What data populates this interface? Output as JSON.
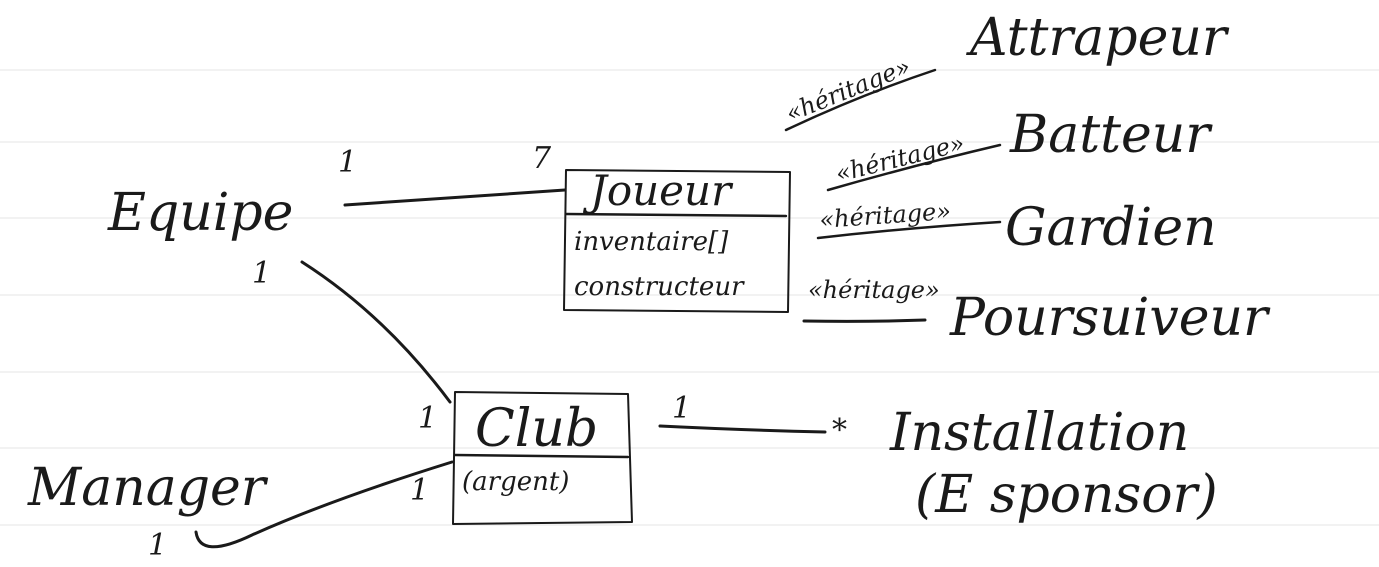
{
  "classes": {
    "equipe": {
      "name": "Equipe"
    },
    "joueur": {
      "name": "Joueur",
      "attributes": [
        "inventaire[]",
        "constructeur"
      ]
    },
    "club": {
      "name": "Club",
      "attributes": [
        "(argent)"
      ]
    },
    "manager": {
      "name": "Manager"
    },
    "installation": {
      "name": "Installation",
      "note": "(E sponsor)"
    }
  },
  "subclasses": {
    "attrapeur": "Attrapeur",
    "batteur": "Batteur",
    "gardien": "Gardien",
    "poursuiveur": "Poursuiveur"
  },
  "stereotype": "«héritage»",
  "multiplicities": {
    "equipe_joueur_equipe": "1",
    "equipe_joueur_joueur": "7",
    "equipe_club_equipe": "1",
    "equipe_club_club": "1",
    "club_manager_club": "1",
    "club_manager_manager": "1",
    "club_installation_club": "1",
    "club_installation_installation": "*"
  },
  "colors": {
    "ink": "#1a1a1a",
    "paper": "#ffffff",
    "rule": "#e6e6e6"
  }
}
